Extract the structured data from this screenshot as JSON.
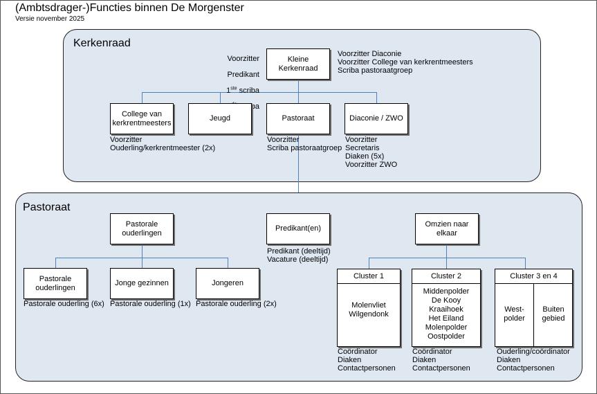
{
  "header": {
    "title": "(Ambtsdrager-)Functies binnen De Morgenster",
    "subtitle": "Versie november 2025"
  },
  "kerkenraad": {
    "title": "Kerkenraad",
    "kleine": {
      "label": "Kleine\nKerkenraad",
      "left_roles": {
        "voorzitter": "Voorzitter",
        "predikant": "Predikant",
        "scriba1_num": "1",
        "scriba1_sup": "ste",
        "scriba1_text": " scriba",
        "scriba2_num": "2",
        "scriba2_sup": "de",
        "scriba2_text": " scriba"
      },
      "right_roles": "Voorzitter Diaconie\nVoorzitter College van kerkrentmeesters\nScriba pastoraatgroep"
    },
    "boxes": [
      {
        "label": "College van\nkerkrentmeesters",
        "roles": "Voorzitter\nOuderling/kerkrentmeester (2x)"
      },
      {
        "label": "Jeugd",
        "roles": ""
      },
      {
        "label": "Pastoraat",
        "roles": "Voorzitter\nScriba pastoraatgroep"
      },
      {
        "label": "Diaconie / ZWO",
        "roles": "Voorzitter\nSecretaris\nDiaken (5x)\nVoorzitter ZWO"
      }
    ]
  },
  "pastoraat": {
    "title": "Pastoraat",
    "pastorale": {
      "label": "Pastorale\nouderlingen",
      "children": [
        {
          "label": "Pastorale\nouderlingen",
          "roles": "Pastorale ouderling (6x)"
        },
        {
          "label": "Jonge gezinnen",
          "roles": "Pastorale ouderling (1x)"
        },
        {
          "label": "Jongeren",
          "roles": "Pastorale ouderling (2x)"
        }
      ]
    },
    "predikant": {
      "label": "Predikant(en)",
      "roles": "Predikant (deeltijd)\nVacature  (deeltijd)"
    },
    "omzien": {
      "label": "Omzien naar\nelkaar",
      "clusters": [
        {
          "head": "Cluster 1",
          "body": "Molenvliet\nWilgendonk",
          "roles": "Coördinator\nDiaken\nContactpersonen"
        },
        {
          "head": "Cluster 2",
          "body": "Middenpolder\nDe Kooy\nKraaihoek\nHet Eiland\nMolenpolder\nOostpolder",
          "roles": "Coördinator\nDiaken\nContactpersonen"
        },
        {
          "head": "Cluster 3 en 4",
          "left": "West-\npolder",
          "right": "Buiten\ngebied",
          "roles": "Ouderling/coördinator\nDiaken\nContactpersonen"
        }
      ]
    }
  }
}
